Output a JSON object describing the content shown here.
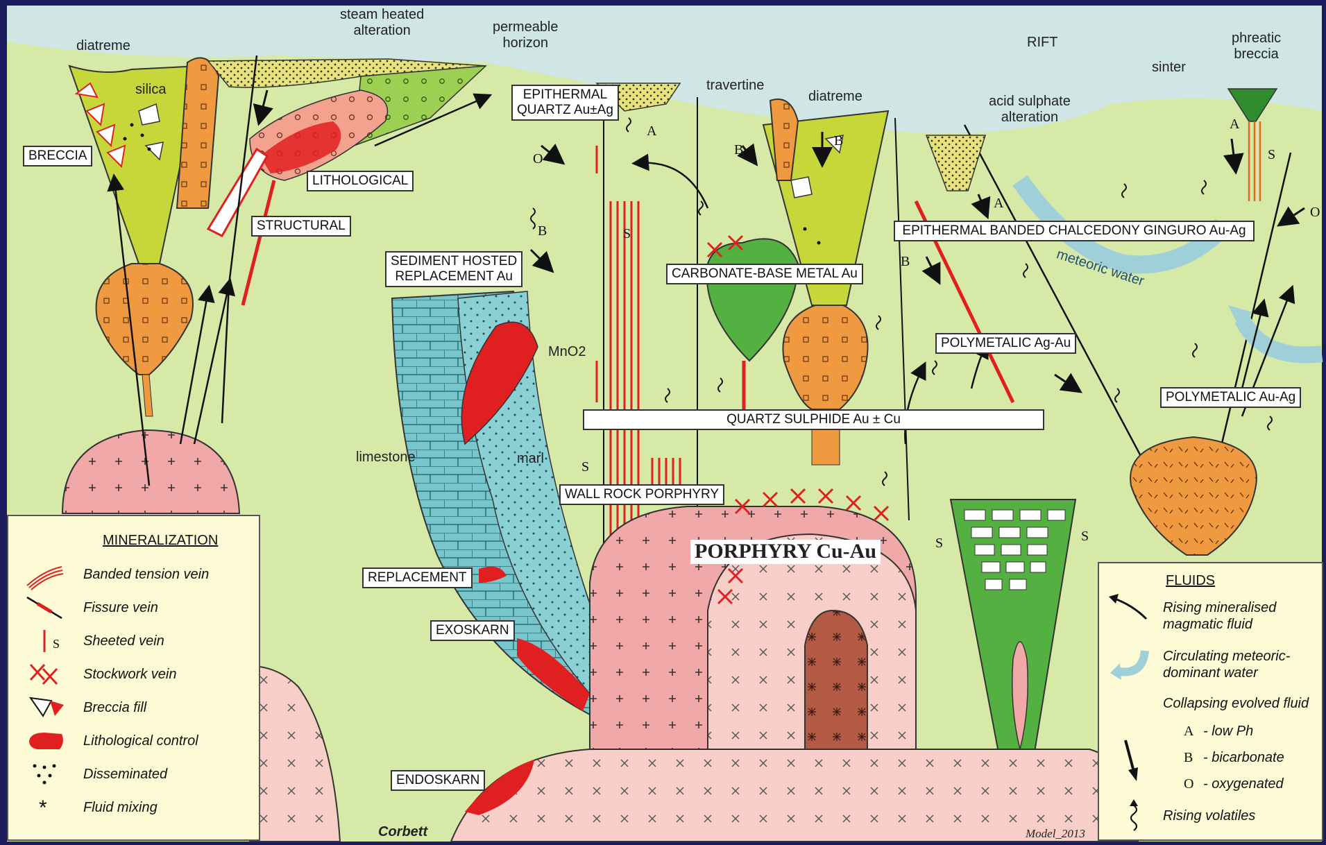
{
  "labels": {
    "diatreme_left": "diatreme",
    "steam_heated": "steam heated\nalteration",
    "permeable": "permeable\nhorizon",
    "rift": "RIFT",
    "phreatic": "phreatic\nbreccia",
    "sinter": "sinter",
    "silica": "silica",
    "travertine": "travertine",
    "diatreme_mid": "diatreme",
    "acid_sulphate": "acid sulphate\nalteration",
    "limestone": "limestone",
    "marl": "marl",
    "mno2": "MnO2",
    "meteoric": "meteoric water",
    "porphyry_title": "PORPHYRY Cu-Au",
    "author": "Corbett",
    "model": "Model_2013"
  },
  "boxes": {
    "breccia": "BRECCIA",
    "lithological": "LITHOLOGICAL",
    "structural": "STRUCTURAL",
    "epithermal_quartz": "EPITHERMAL\nQUARTZ Au±Ag",
    "sediment_hosted": "SEDIMENT HOSTED\nREPLACEMENT Au",
    "carbonate": "CARBONATE-BASE METAL Au",
    "epithermal_banded": "EPITHERMAL BANDED CHALCEDONY GINGURO Au-Ag",
    "polymetalic_ag": "POLYMETALIC Ag-Au",
    "polymetalic_au": "POLYMETALIC Au-Ag",
    "quartz_sulphide": "QUARTZ SULPHIDE Au ± Cu",
    "wall_rock": "WALL ROCK PORPHYRY",
    "replacement": "REPLACEMENT",
    "exoskarn": "EXOSKARN",
    "endoskarn": "ENDOSKARN"
  },
  "letters": {
    "a": "A",
    "b": "B",
    "o": "O",
    "s": "S"
  },
  "legend_mineral": {
    "title": "MINERALIZATION",
    "items": [
      {
        "label": "Banded tension vein",
        "icon": "banded-vein-icon"
      },
      {
        "label": "Fissure vein",
        "icon": "fissure-vein-icon"
      },
      {
        "label": "Sheeted vein",
        "icon": "sheeted-vein-icon"
      },
      {
        "label": "Stockwork vein",
        "icon": "stockwork-icon"
      },
      {
        "label": "Breccia fill",
        "icon": "breccia-fill-icon"
      },
      {
        "label": "Lithological control",
        "icon": "lithological-icon"
      },
      {
        "label": "Disseminated",
        "icon": "disseminated-icon"
      },
      {
        "label": "Fluid mixing",
        "icon": "fluid-mixing-icon"
      }
    ]
  },
  "legend_fluids": {
    "title": "FLUIDS",
    "rising": "Rising mineralised\nmagmatic fluid",
    "circulating": "Circulating meteoric-\ndominant water",
    "collapsing": "Collapsing evolved fluid",
    "a": "A",
    "a_desc": "- low Ph",
    "b": "B",
    "b_desc": "- bicarbonate",
    "o": "O",
    "o_desc": "- oxygenated",
    "volatiles": "Rising volatiles"
  },
  "colors": {
    "sky": "#cfe6e4",
    "ground": "#d6e9a6",
    "pink": "#f0a8a8",
    "light_pink": "#f7cfc8",
    "orange": "#ef9a40",
    "yellow": "#e9e88a",
    "limestone": "#77c6cc",
    "green": "#54b040",
    "red": "#e02020",
    "brown": "#b35a45"
  }
}
